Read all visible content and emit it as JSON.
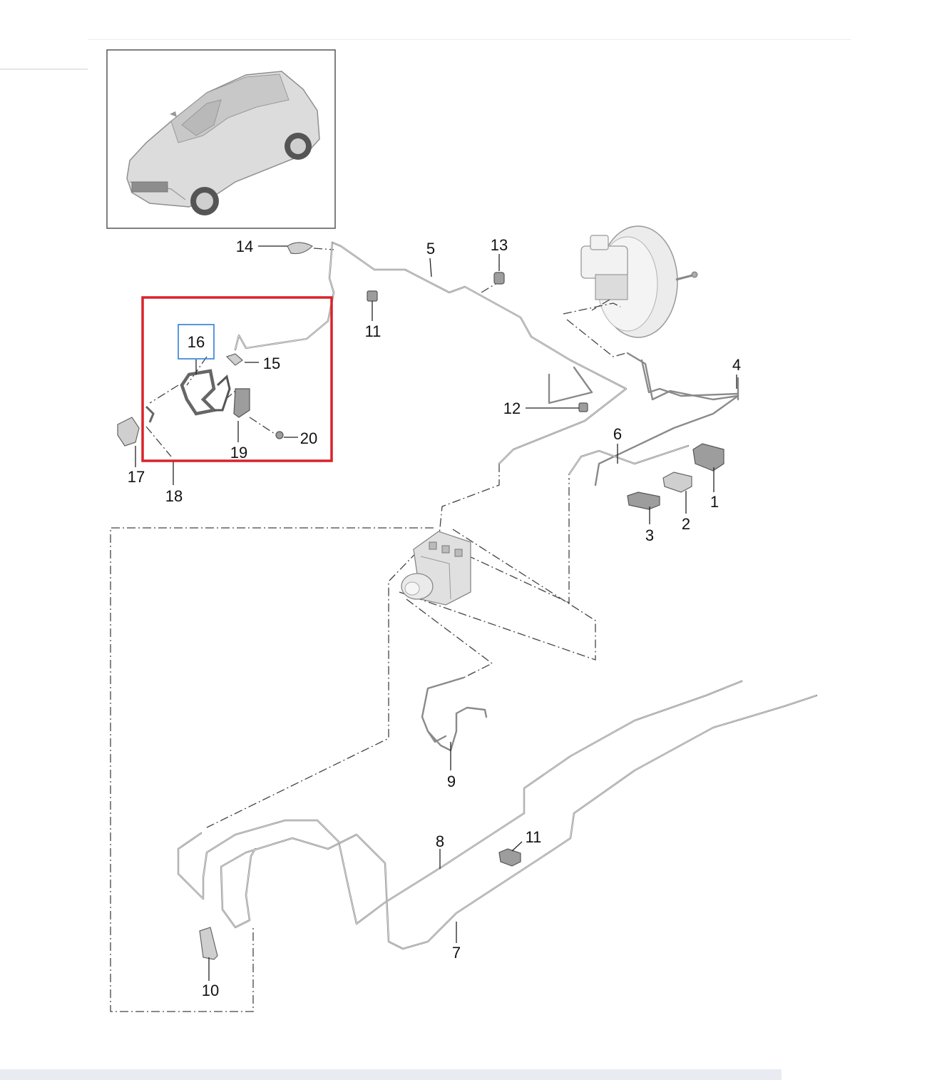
{
  "callouts": [
    {
      "id": "c1",
      "label": "1"
    },
    {
      "id": "c2",
      "label": "2"
    },
    {
      "id": "c3",
      "label": "3"
    },
    {
      "id": "c4",
      "label": "4"
    },
    {
      "id": "c5",
      "label": "5"
    },
    {
      "id": "c6",
      "label": "6"
    },
    {
      "id": "c7",
      "label": "7"
    },
    {
      "id": "c8",
      "label": "8"
    },
    {
      "id": "c9",
      "label": "9"
    },
    {
      "id": "c10",
      "label": "10"
    },
    {
      "id": "c11a",
      "label": "11"
    },
    {
      "id": "c11b",
      "label": "11"
    },
    {
      "id": "c12",
      "label": "12"
    },
    {
      "id": "c13",
      "label": "13"
    },
    {
      "id": "c14",
      "label": "14"
    },
    {
      "id": "c15",
      "label": "15"
    },
    {
      "id": "c16",
      "label": "16"
    },
    {
      "id": "c17",
      "label": "17"
    },
    {
      "id": "c18",
      "label": "18"
    },
    {
      "id": "c19",
      "label": "19"
    },
    {
      "id": "c20",
      "label": "20"
    }
  ],
  "highlight": {
    "selection_box_color": "#d9222a",
    "selected_part_label": "16",
    "selected_part_box_color": "#2f7fd6"
  },
  "thumbnail": {
    "subject": "suv-car-icon"
  }
}
